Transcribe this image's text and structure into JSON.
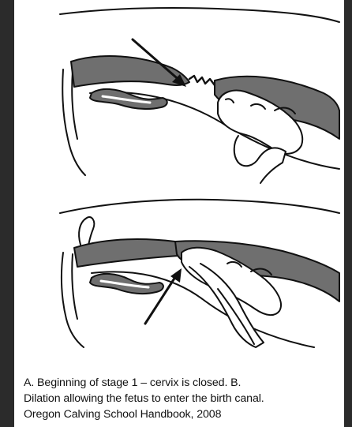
{
  "caption": {
    "line1": "A. Beginning of stage 1 – cervix is closed. B.",
    "line2": "Dilation allowing the fetus to enter the birth canal.",
    "line3": "Oregon Calving School Handbook, 2008"
  },
  "colors": {
    "background": "#2b2b2b",
    "page": "#ffffff",
    "tissue_shading": "#6f6f6f",
    "ink": "#111111"
  },
  "icons": {
    "arrow_a": "arrow-down-right-icon",
    "arrow_b": "arrow-up-right-icon"
  }
}
